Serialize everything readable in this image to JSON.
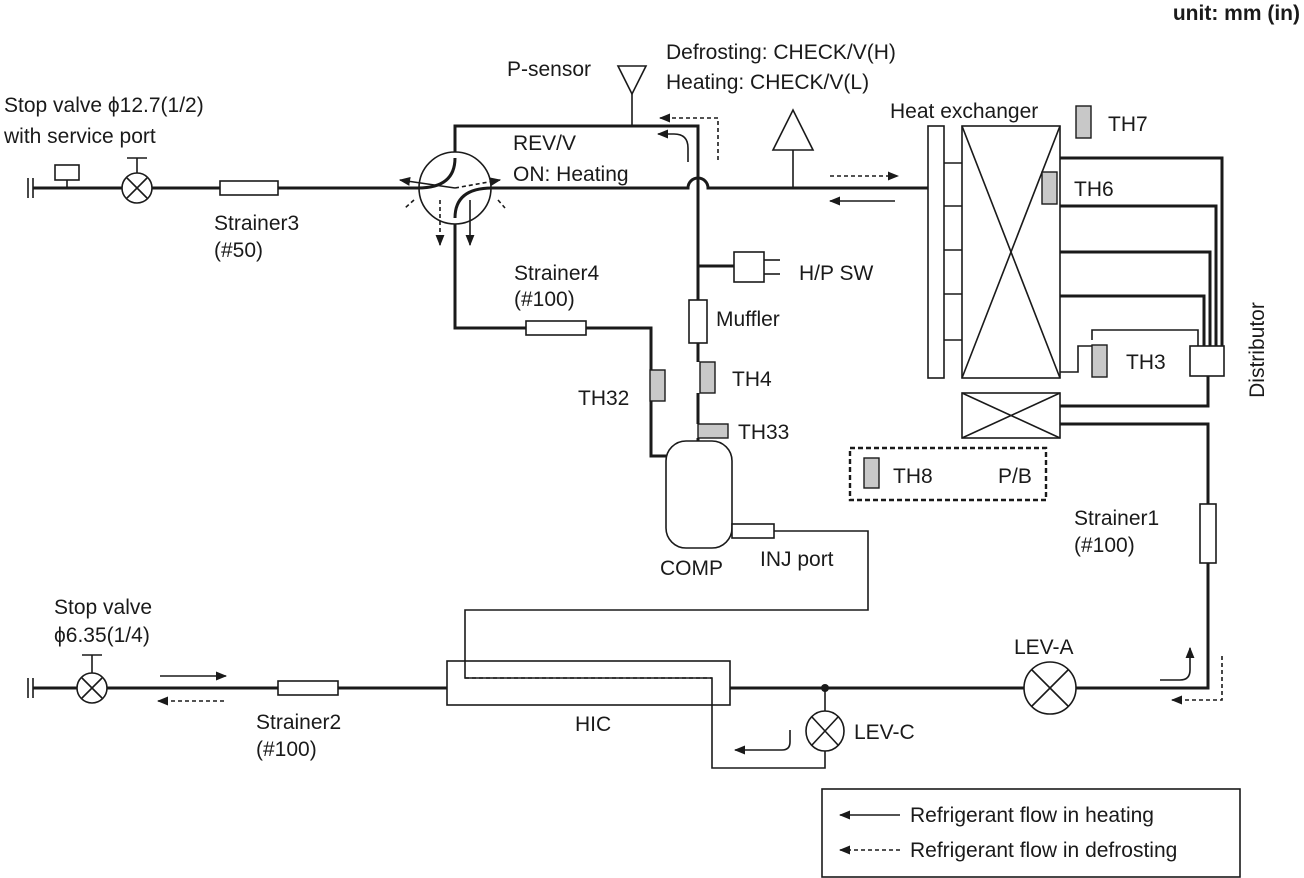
{
  "unit_label": "unit: mm (in)",
  "labels": {
    "stop_valve_1_line1": "Stop valve ϕ12.7(1/2)",
    "stop_valve_1_line2": "with service port",
    "strainer3": "Strainer3",
    "strainer3_mesh": "(#50)",
    "p_sensor": "P-sensor",
    "check_valve_line1": "Defrosting: CHECK/V(H)",
    "check_valve_line2": "Heating: CHECK/V(L)",
    "rev_v_line1": "REV/V",
    "rev_v_line2": "ON: Heating",
    "heat_exchanger": "Heat exchanger",
    "th7": "TH7",
    "th6": "TH6",
    "th3": "TH3",
    "distributor": "Distributor",
    "strainer4": "Strainer4",
    "strainer4_mesh": "(#100)",
    "hp_sw": "H/P SW",
    "muffler": "Muffler",
    "th4": "TH4",
    "th32": "TH32",
    "th33": "TH33",
    "th8": "TH8",
    "pb": "P/B",
    "strainer1": "Strainer1",
    "strainer1_mesh": "(#100)",
    "comp": "COMP",
    "inj_port": "INJ port",
    "stop_valve_2_line1": "Stop valve",
    "stop_valve_2_line2": "ϕ6.35(1/4)",
    "strainer2": "Strainer2",
    "strainer2_mesh": "(#100)",
    "hic": "HIC",
    "lev_a": "LEV-A",
    "lev_c": "LEV-C"
  },
  "legend": {
    "heating": "Refrigerant flow in heating",
    "defrosting": "Refrigerant flow in defrosting"
  }
}
